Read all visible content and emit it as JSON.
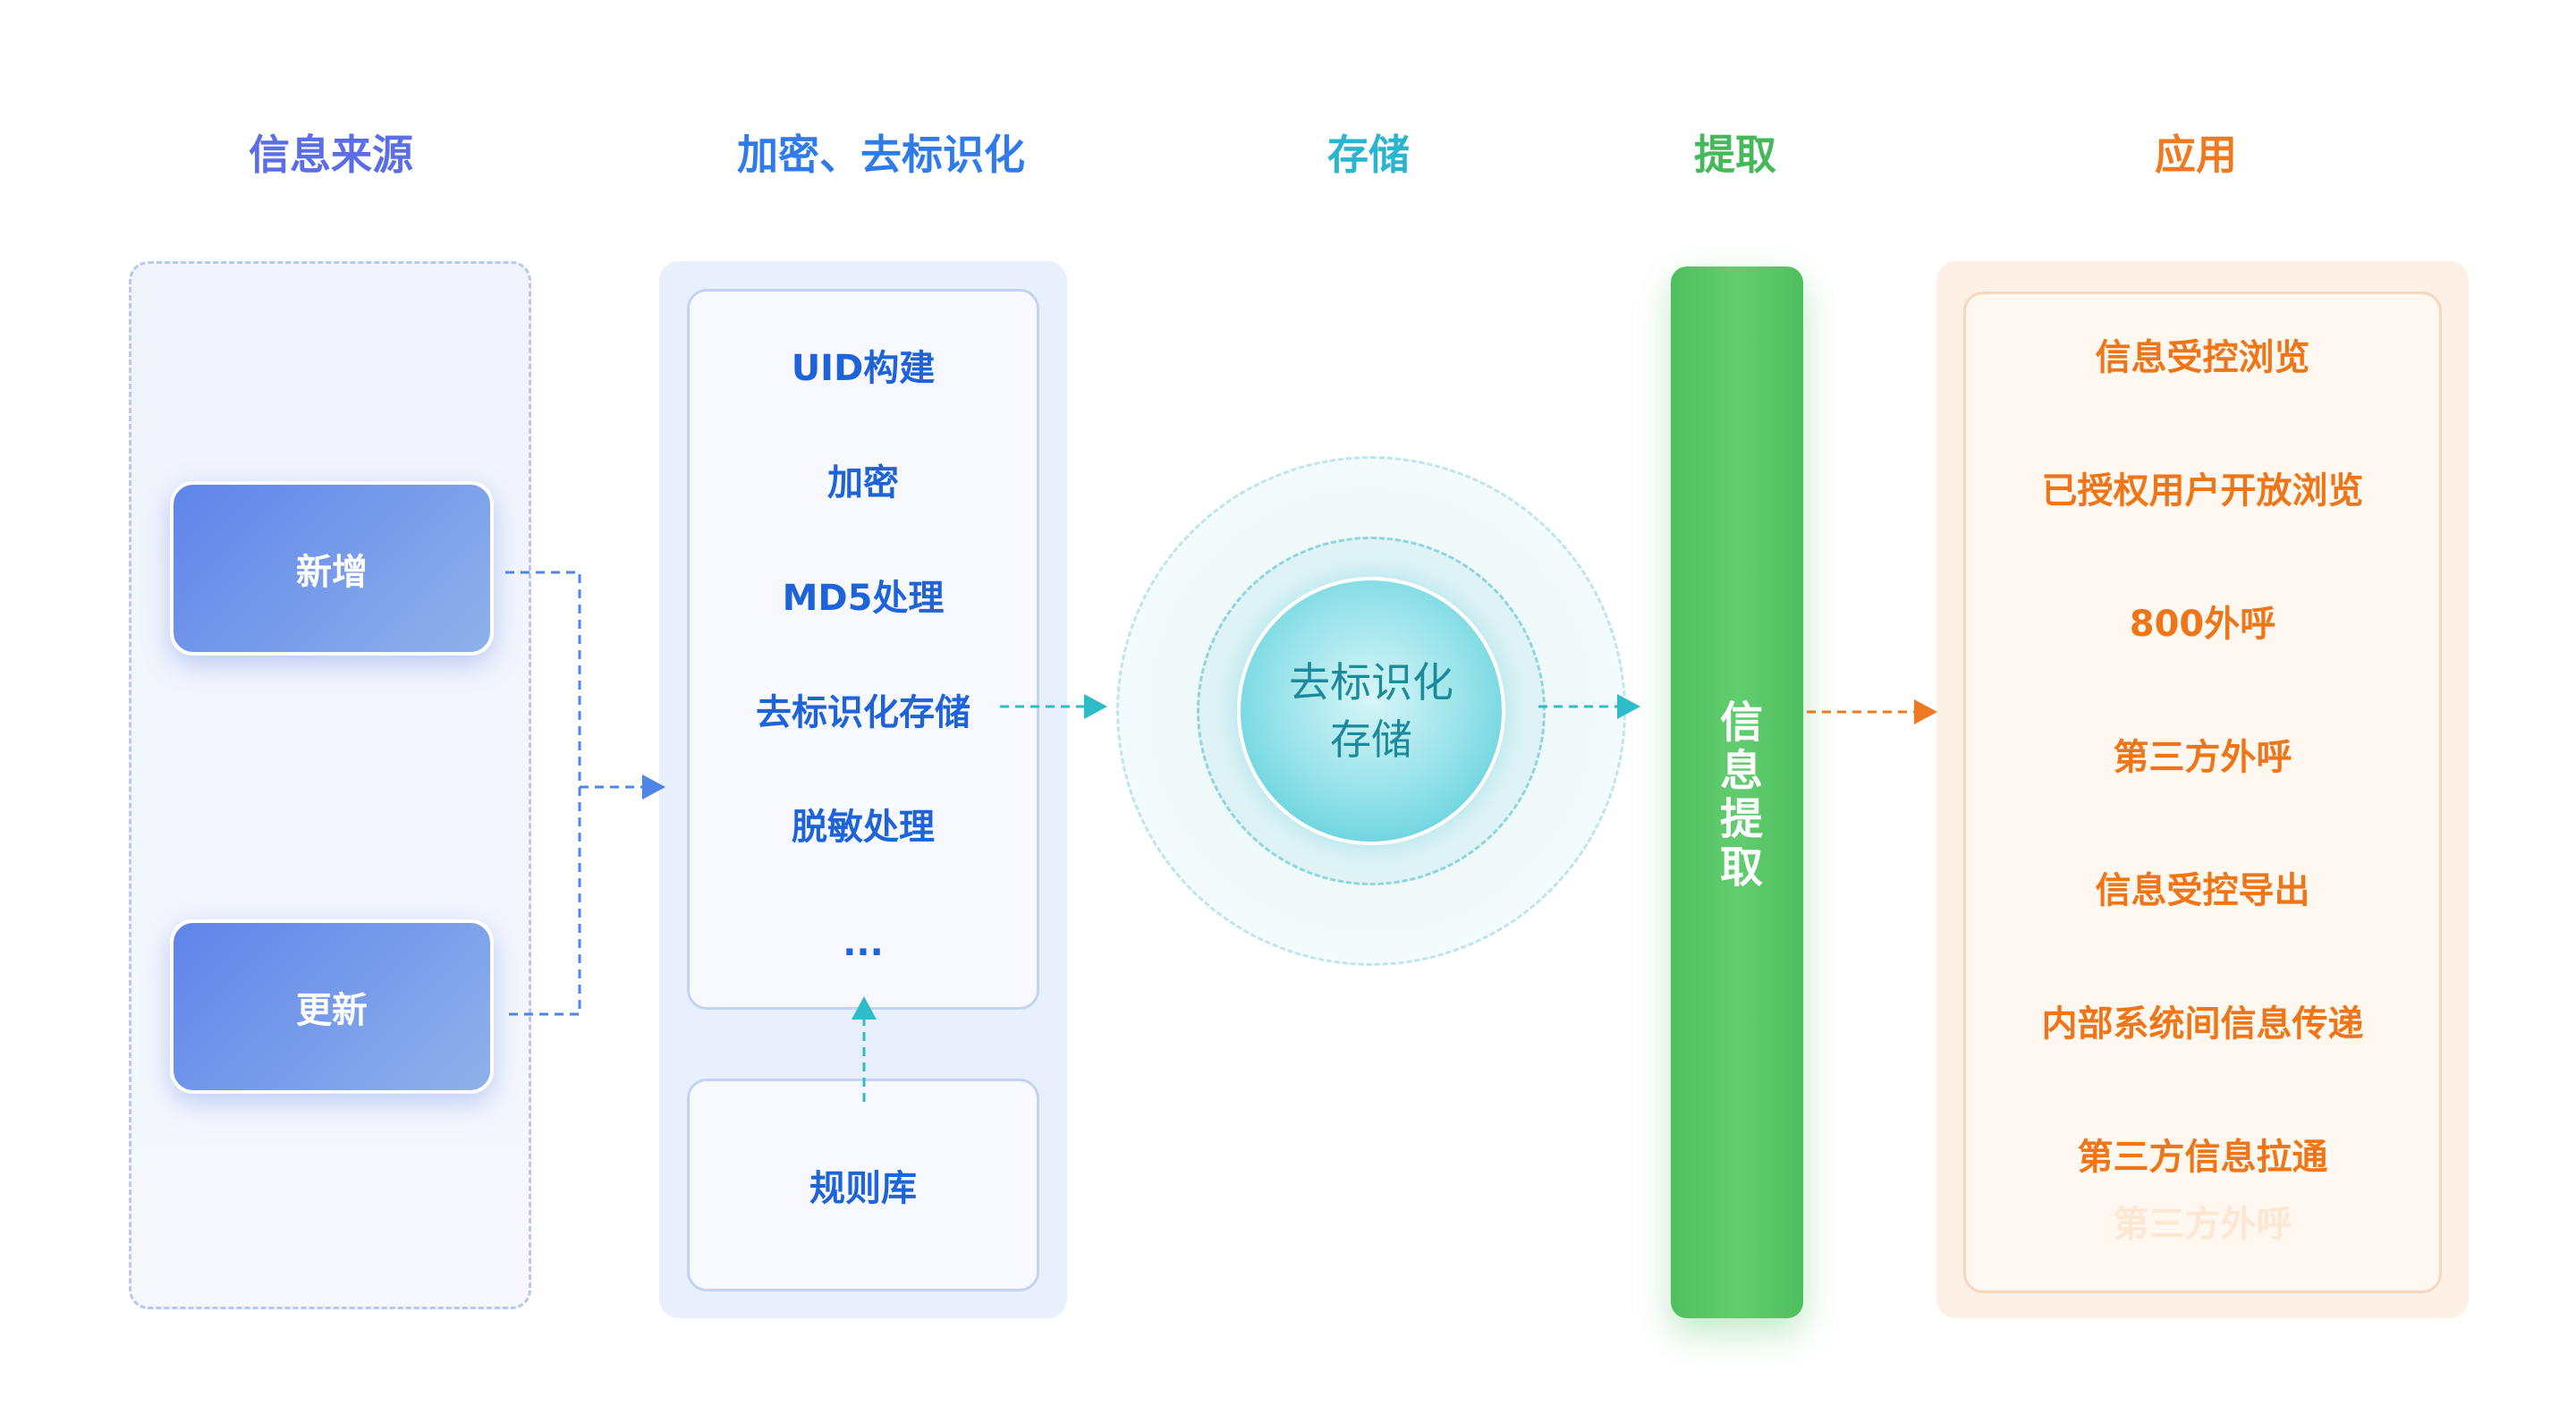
{
  "columns": {
    "source": "信息来源",
    "encrypt": "加密、去标识化",
    "storage": "存储",
    "extract": "提取",
    "application": "应用"
  },
  "source": {
    "items": [
      "新增",
      "更新"
    ]
  },
  "encrypt": {
    "steps": [
      "UID构建",
      "加密",
      "MD5处理",
      "去标识化存储",
      "脱敏处理",
      "..."
    ],
    "rules": "规则库"
  },
  "storage": {
    "core_line1": "去标识化",
    "core_line2": "存储"
  },
  "extract": {
    "label": "信息提取"
  },
  "application": {
    "items": [
      "信息受控浏览",
      "已授权用户开放浏览",
      "800外呼",
      "第三方外呼",
      "信息受控导出",
      "内部系统间信息传递",
      "第三方信息拉通"
    ],
    "faded_item": "第三方外呼"
  },
  "colors": {
    "source": "#5b6ee8",
    "encrypt": "#2f7bea",
    "storage": "#2ab5cf",
    "extract": "#45b85a",
    "application": "#f07a22"
  }
}
